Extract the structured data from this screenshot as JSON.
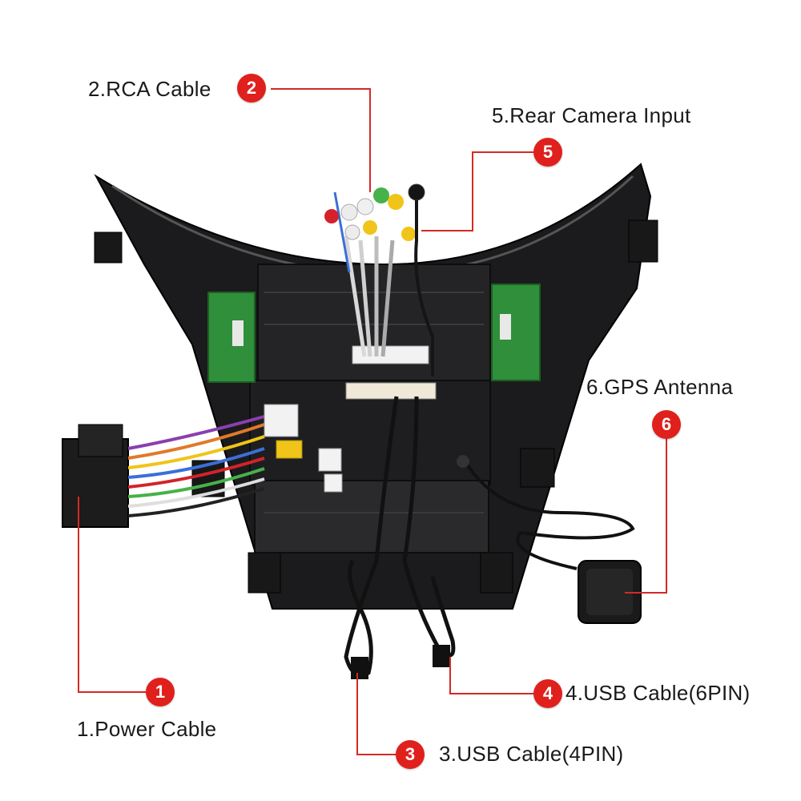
{
  "colors": {
    "accent": "#e0201c",
    "leader_line": "#d42a24",
    "board_green": "#2f8f3a",
    "housing": "#1e1e1e"
  },
  "callouts": [
    {
      "number": "1",
      "text": "1.Power Cable"
    },
    {
      "number": "2",
      "text": "2.RCA Cable"
    },
    {
      "number": "3",
      "text": "3.USB Cable(4PIN)"
    },
    {
      "number": "4",
      "text": "4.USB Cable(6PIN)"
    },
    {
      "number": "5",
      "text": "5.Rear Camera Input"
    },
    {
      "number": "6",
      "text": "6.GPS Antenna"
    }
  ],
  "icons": [
    "car-stereo-unit-illustration",
    "gps-antenna-puck"
  ]
}
